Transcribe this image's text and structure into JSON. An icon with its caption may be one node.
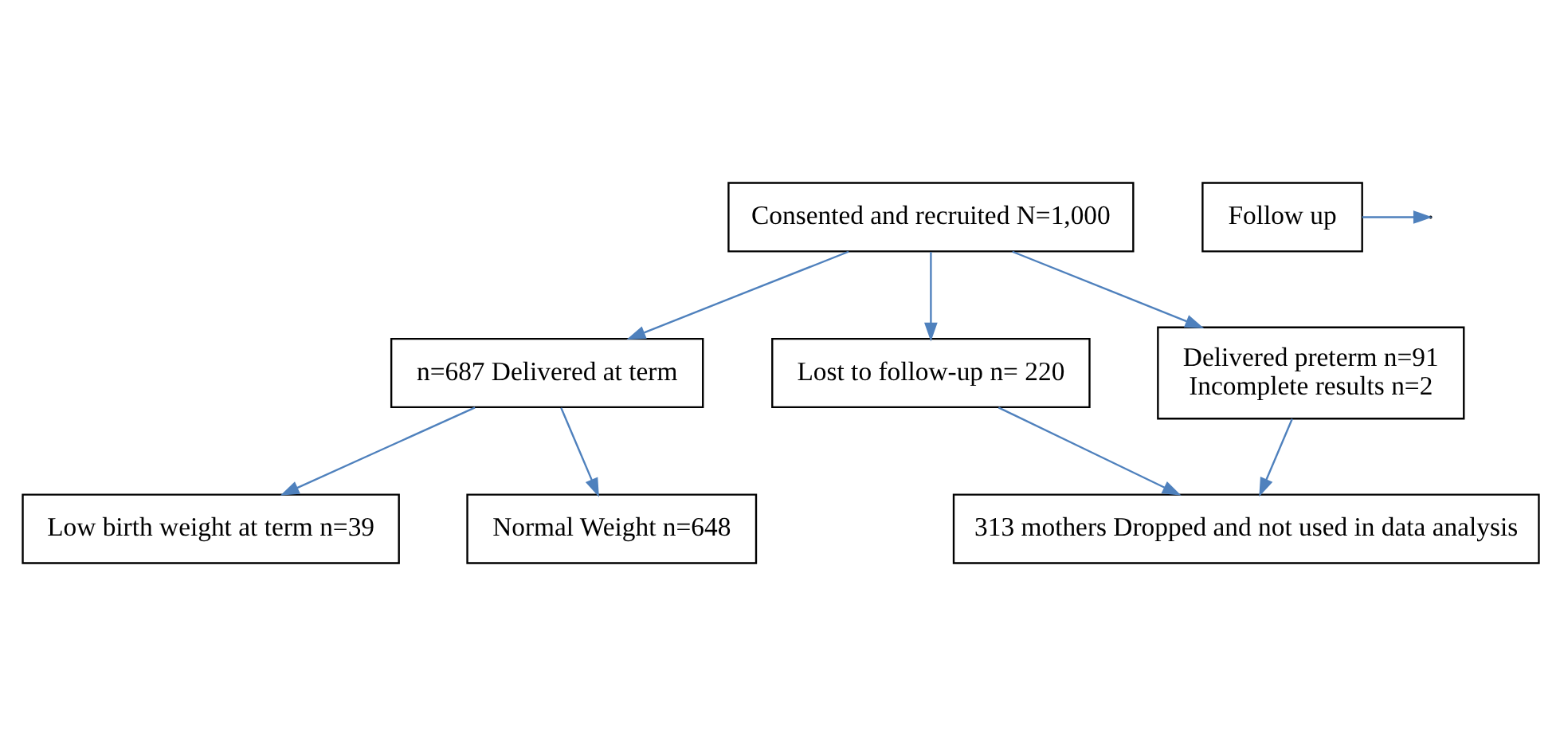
{
  "diagram": {
    "nodes": [
      {
        "text": [
          "Consented and recruited N=1,000"
        ]
      },
      {
        "text": [
          "Follow up"
        ]
      },
      {
        "text": [
          "n=687 Delivered at term"
        ]
      },
      {
        "text": [
          "Lost to follow-up n= 220"
        ]
      },
      {
        "text": [
          "Delivered preterm n=91",
          "Incomplete results n=2"
        ]
      },
      {
        "text": [
          "Low birth weight at term n=39"
        ]
      },
      {
        "text": [
          "Normal Weight n=648"
        ]
      },
      {
        "text": [
          "313 mothers Dropped and not used in data analysis"
        ]
      }
    ],
    "edges": [
      {
        "from": 1,
        "to": null,
        "arrow": "to"
      },
      {
        "from": 0,
        "to": 2,
        "arrow": "to"
      },
      {
        "from": 0,
        "to": 3,
        "arrow": "to"
      },
      {
        "from": 0,
        "to": 4,
        "arrow": "to"
      },
      {
        "from": 2,
        "to": 5,
        "arrow": "to"
      },
      {
        "from": 2,
        "to": 6,
        "arrow": "to"
      },
      {
        "from": 3,
        "to": 7,
        "arrow": "to"
      },
      {
        "from": 4,
        "to": 7,
        "arrow": "to"
      }
    ]
  }
}
